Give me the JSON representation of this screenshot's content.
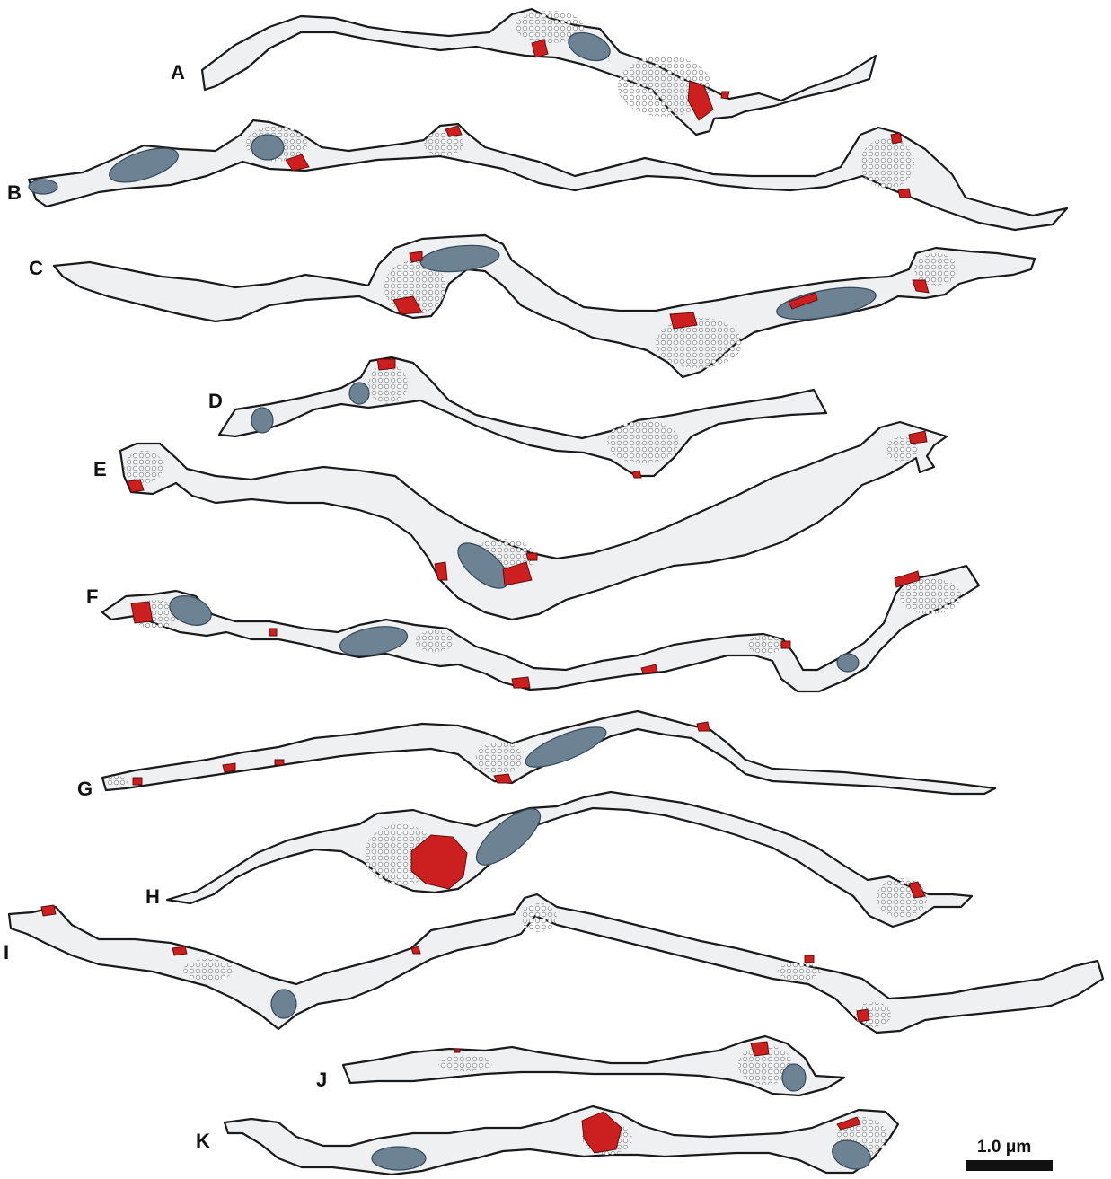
{
  "figure": {
    "panels": [
      {
        "id": "panel-a",
        "label": "A"
      },
      {
        "id": "panel-b",
        "label": "B"
      },
      {
        "id": "panel-c",
        "label": "C"
      },
      {
        "id": "panel-d",
        "label": "D"
      },
      {
        "id": "panel-e",
        "label": "E"
      },
      {
        "id": "panel-f",
        "label": "F"
      },
      {
        "id": "panel-g",
        "label": "G"
      },
      {
        "id": "panel-h",
        "label": "H"
      },
      {
        "id": "panel-i",
        "label": "I"
      },
      {
        "id": "panel-j",
        "label": "J"
      },
      {
        "id": "panel-k",
        "label": "K"
      }
    ],
    "scale_bar": {
      "label": "1.0 μm"
    },
    "colors": {
      "outline_fill": "#eef0f2",
      "outline_stroke": "#1a1a1a",
      "mitochondria": "#6d8393",
      "dense_projection": "#cc1f1f",
      "vesicle": "#ffffff"
    }
  }
}
